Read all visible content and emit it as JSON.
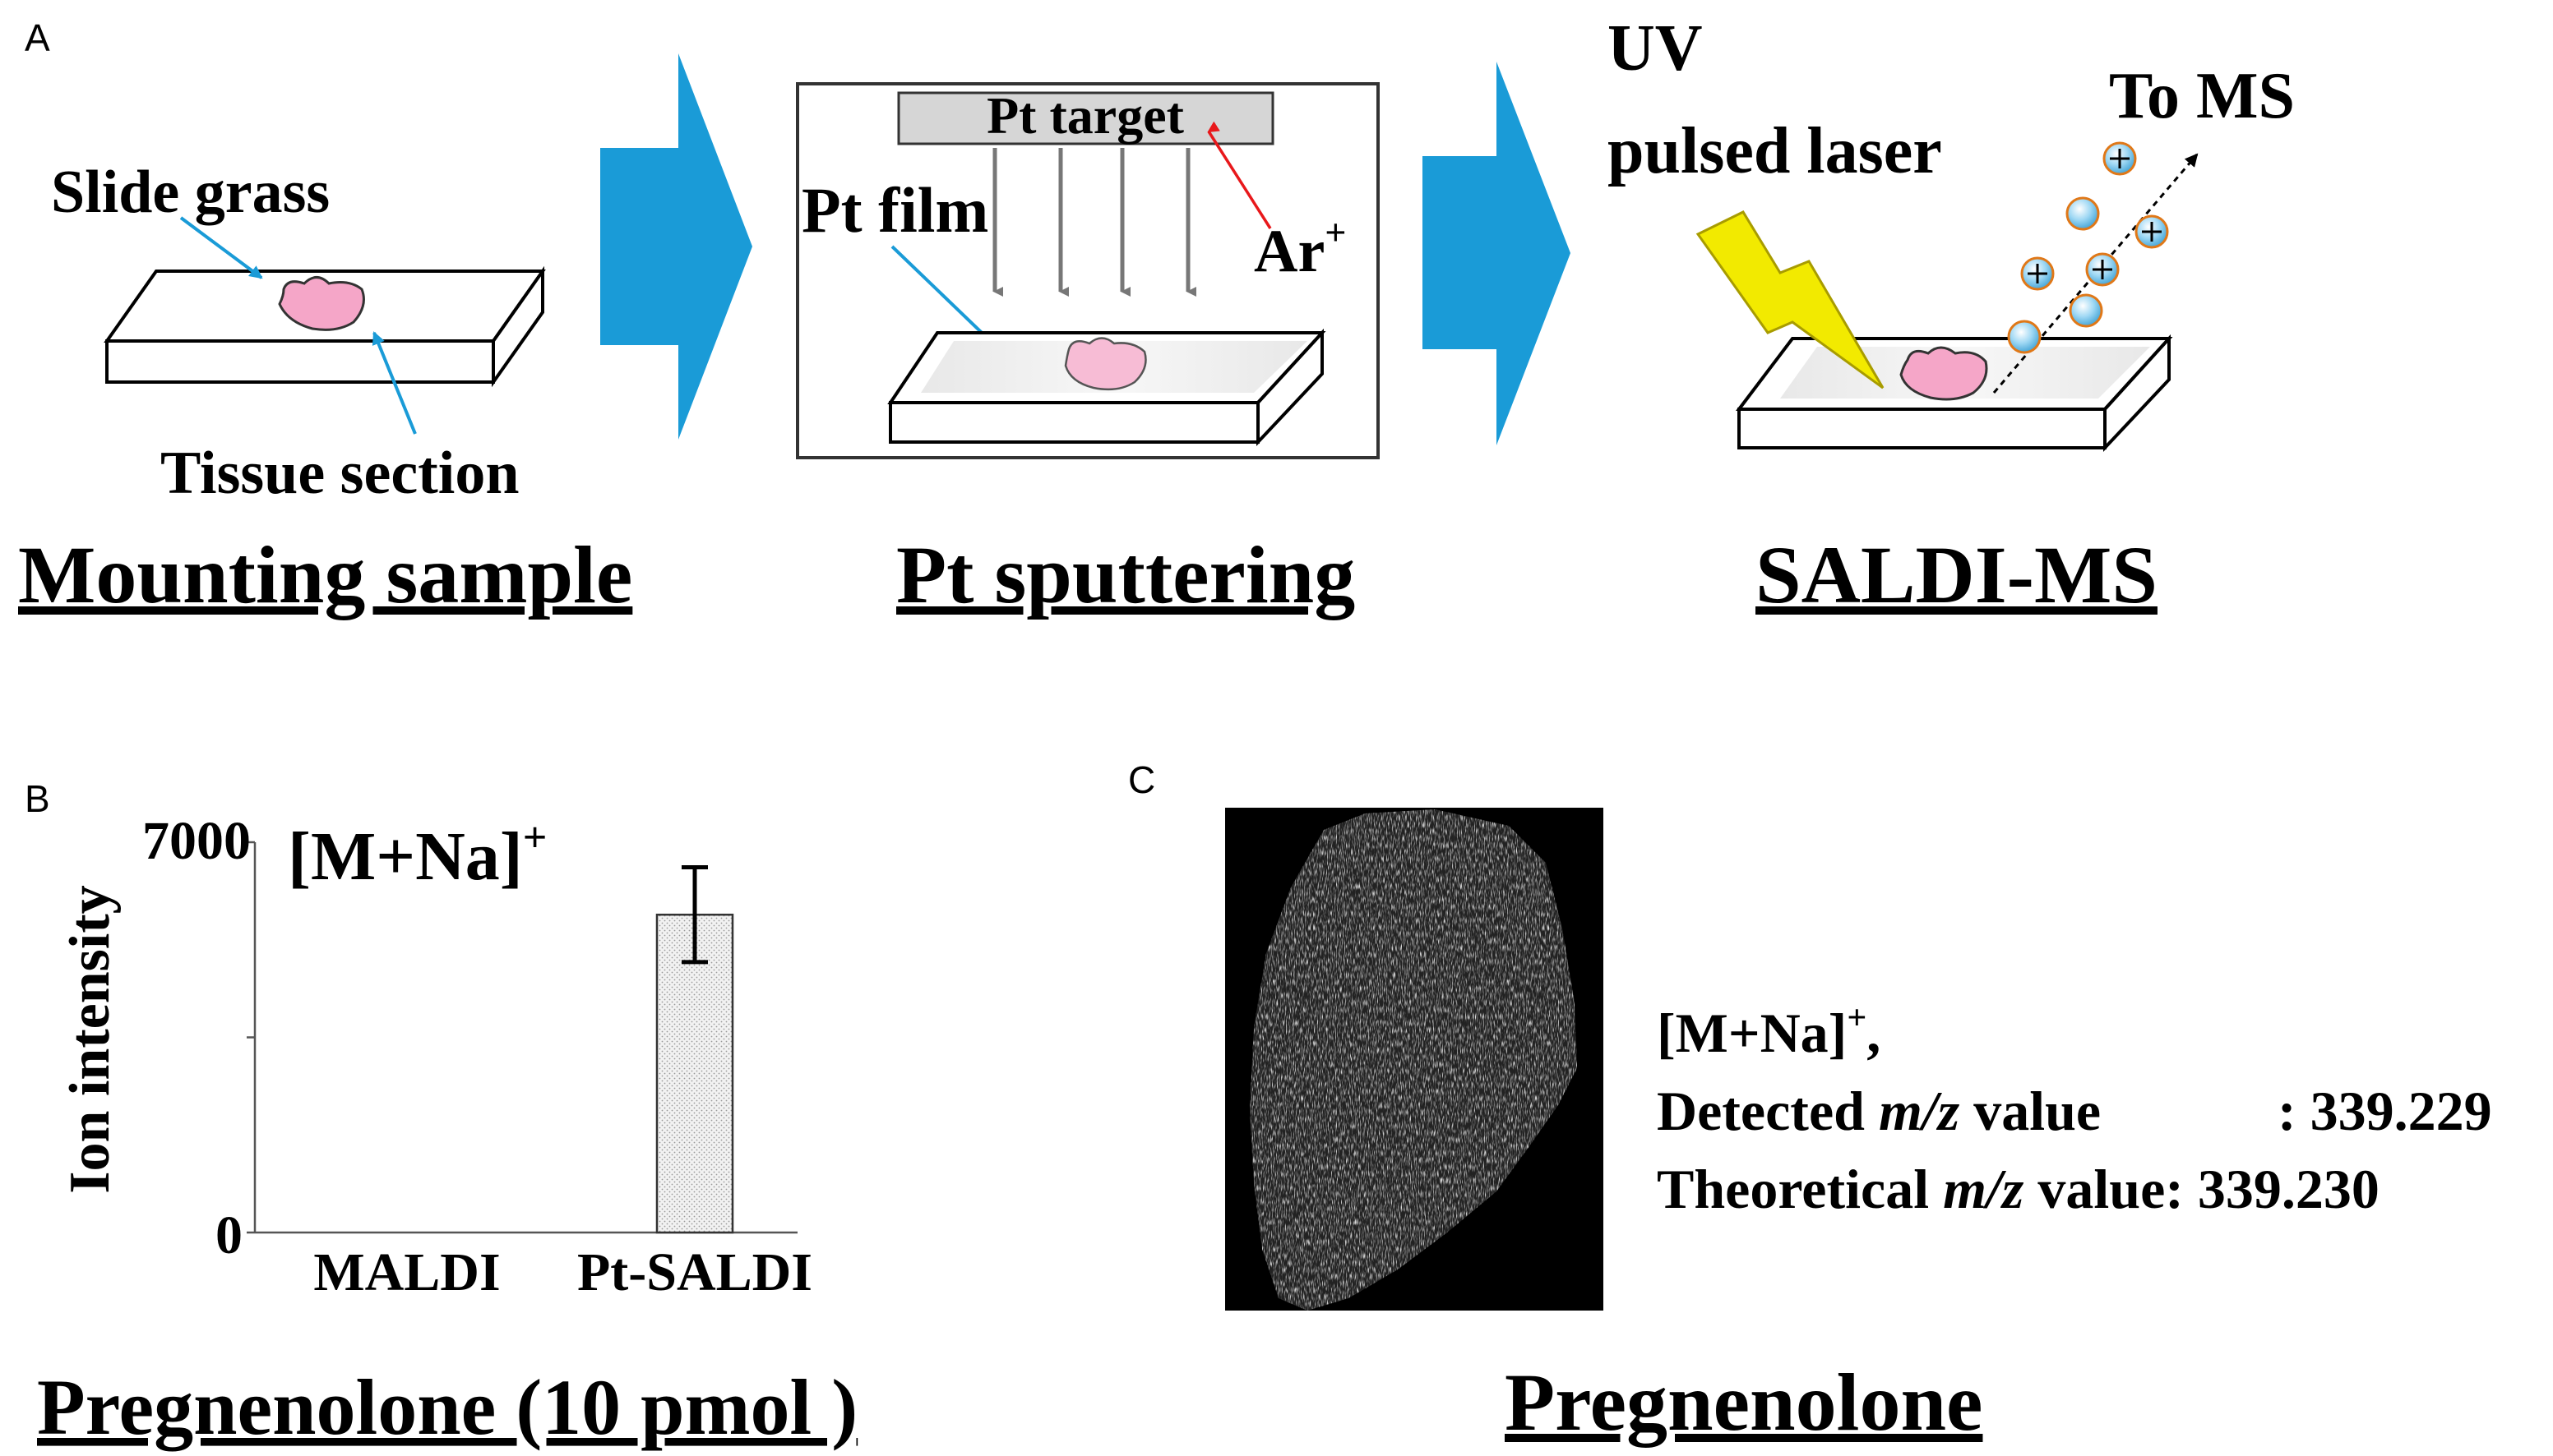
{
  "panel_a": {
    "letter": "A",
    "mount": {
      "slide_label": "Slide grass",
      "tissue_label": "Tissue section",
      "caption": "Mounting sample"
    },
    "sputter": {
      "target_label": "Pt target",
      "film_label": "Pt film",
      "ion_label": "Ar",
      "ion_sup": "+",
      "caption": "Pt sputtering"
    },
    "saldi": {
      "uv_line1": "UV",
      "uv_line2": "pulsed laser",
      "to_ms": "To MS",
      "caption": "SALDI-MS"
    },
    "colors": {
      "arrow": "#1a9bd7",
      "tissue": "#f4a6c6",
      "lightning": "#f2ea00",
      "sphere": "#7ec8ec"
    }
  },
  "panel_b": {
    "letter": "B",
    "caption": "Pregnenolone (10 pmol )"
  },
  "panel_c": {
    "letter": "C",
    "ion_line_main": "[M+Na]",
    "ion_line_sup": "+",
    "ion_line_tail": ",",
    "detected_pre": "Detected ",
    "mz": "m/z",
    "detected_post": " value",
    "detected_value": ": 339.229",
    "theoretical_pre": "Theoretical ",
    "theoretical_post": " value: 339.230",
    "caption": "Pregnenolone"
  },
  "chart_data": {
    "type": "bar",
    "title": "[M+Na]",
    "title_sup": "+",
    "ylabel": "Ion intensity",
    "categories": [
      "MALDI",
      "Pt-SALDI"
    ],
    "values": [
      0,
      5700
    ],
    "error": [
      0,
      850
    ],
    "ylim": [
      0,
      7000
    ],
    "yticks": [
      "0",
      "7000"
    ],
    "grid": false
  }
}
